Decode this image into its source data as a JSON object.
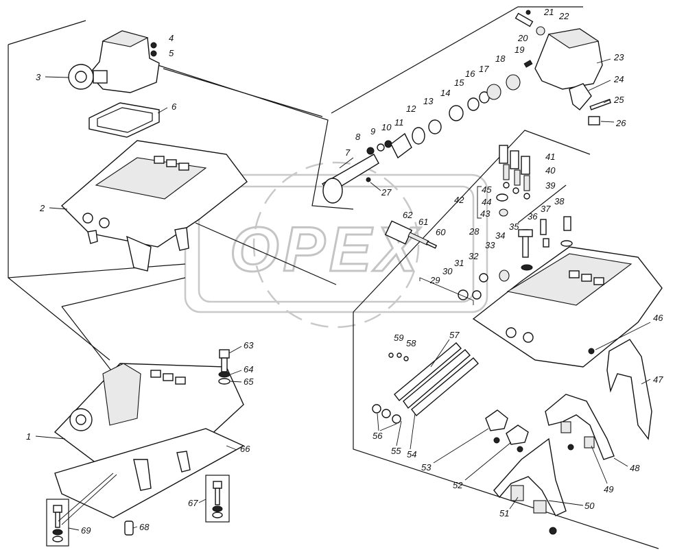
{
  "watermark": {
    "text": "OPEX"
  },
  "callouts": {
    "c1": "1",
    "c2": "2",
    "c3": "3",
    "c4": "4",
    "c5": "5",
    "c6": "6",
    "c7": "7",
    "c8": "8",
    "c9": "9",
    "c10": "10",
    "c11": "11",
    "c12": "12",
    "c13": "13",
    "c14": "14",
    "c15": "15",
    "c16": "16",
    "c17": "17",
    "c18": "18",
    "c19": "19",
    "c20": "20",
    "c21": "21",
    "c22": "22",
    "c23": "23",
    "c24": "24",
    "c25": "25",
    "c26": "26",
    "c27": "27",
    "c28": "28",
    "c29": "29",
    "c30": "30",
    "c31": "31",
    "c32": "32",
    "c33": "33",
    "c34": "34",
    "c35": "35",
    "c36": "36",
    "c37": "37",
    "c38": "38",
    "c39": "39",
    "c40": "40",
    "c41": "41",
    "c42": "42",
    "c43": "43",
    "c44": "44",
    "c45": "45",
    "c46": "46",
    "c47": "47",
    "c48": "48",
    "c49": "49",
    "c50": "50",
    "c51": "51",
    "c52": "52",
    "c53": "53",
    "c54": "54",
    "c55": "55",
    "c56": "56",
    "c57": "57",
    "c58": "58",
    "c59": "59",
    "c60": "60",
    "c61": "61",
    "c62": "62",
    "c63": "63",
    "c64": "64",
    "c65": "65",
    "c66": "66",
    "c67": "67",
    "c68": "68",
    "c69": "69"
  }
}
